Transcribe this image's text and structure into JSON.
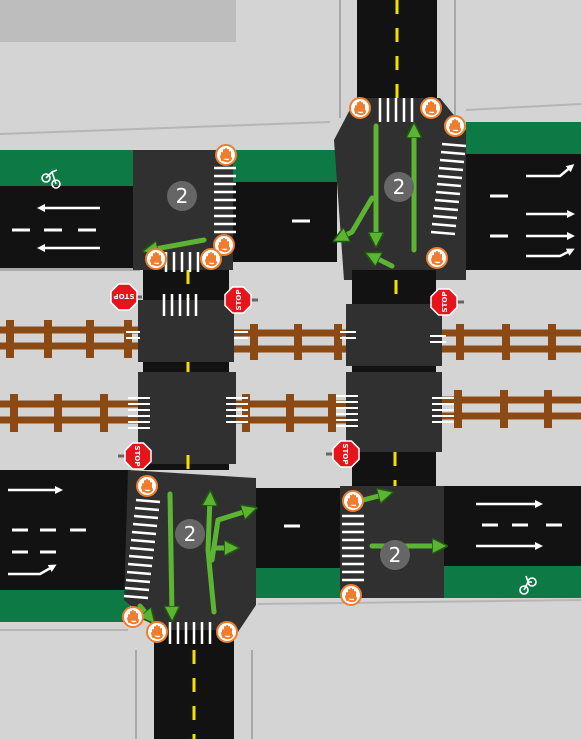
{
  "colors": {
    "asphalt": "#121212",
    "junction": "#303030",
    "sidewalk": "#d4d4d4",
    "curb": "#a8a8a8",
    "bike_lane": "#0d7a45",
    "center_line": "#f2e000",
    "arrow": "#5bb533",
    "arrow_outline": "#1f5a10",
    "stop_sign": "#e8141c",
    "ped_signal": "#ef7d2d",
    "rail": "#8b4a14",
    "building": "#bdbdbd"
  },
  "stop_signs": [
    {
      "label": "STOP"
    },
    {
      "label": "STOP"
    },
    {
      "label": "STOP"
    },
    {
      "label": "STOP"
    },
    {
      "label": "STOP"
    }
  ],
  "phase_badges": [
    {
      "label": "2"
    },
    {
      "label": "2"
    },
    {
      "label": "2"
    },
    {
      "label": "2"
    }
  ],
  "ped_signal_icon": "raised-hand-icon",
  "bike_lane_icon": "bicycle-icon",
  "rail_crossing_icon": "railroad-track"
}
